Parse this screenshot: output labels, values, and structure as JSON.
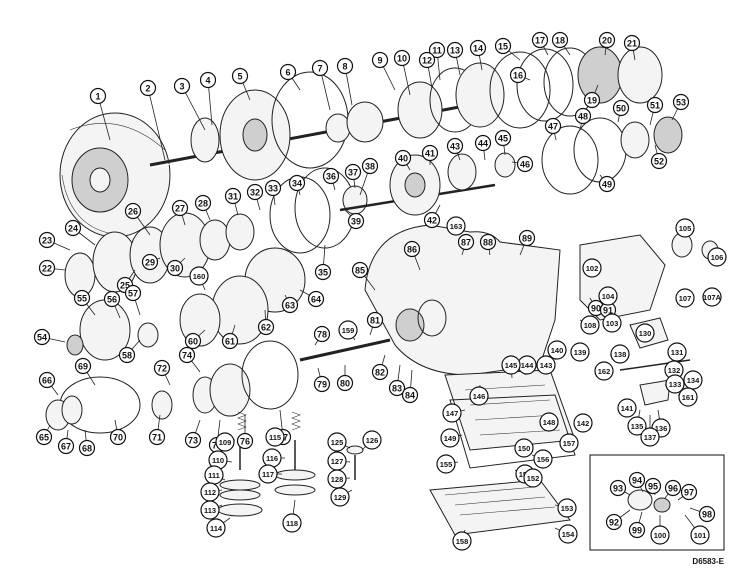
{
  "drawing_code": "D6583-E",
  "callouts": [
    "1",
    "2",
    "3",
    "4",
    "5",
    "6",
    "7",
    "8",
    "9",
    "10",
    "11",
    "12",
    "13",
    "14",
    "15",
    "16",
    "17",
    "18",
    "19",
    "20",
    "21",
    "22",
    "23",
    "24",
    "25",
    "26",
    "27",
    "28",
    "29",
    "30",
    "31",
    "32",
    "33",
    "34",
    "35",
    "36",
    "37",
    "38",
    "39",
    "40",
    "41",
    "42",
    "43",
    "44",
    "45",
    "46",
    "47",
    "48",
    "49",
    "50",
    "51",
    "52",
    "53",
    "54",
    "55",
    "56",
    "57",
    "58",
    "60",
    "61",
    "62",
    "63",
    "64",
    "65",
    "66",
    "67",
    "68",
    "69",
    "70",
    "71",
    "72",
    "73",
    "74",
    "75",
    "76",
    "77",
    "78",
    "79",
    "80",
    "81",
    "82",
    "83",
    "84",
    "85",
    "86",
    "87",
    "88",
    "89",
    "90",
    "91",
    "92",
    "93",
    "94",
    "95",
    "96",
    "97",
    "98",
    "99",
    "100",
    "101",
    "102",
    "103",
    "104",
    "105",
    "106",
    "107",
    "107A",
    "108",
    "109",
    "110",
    "111",
    "112",
    "113",
    "114",
    "115",
    "116",
    "117",
    "118",
    "125",
    "126",
    "127",
    "128",
    "129",
    "130",
    "131",
    "132",
    "133",
    "134",
    "135",
    "136",
    "137",
    "138",
    "139",
    "140",
    "141",
    "142",
    "143",
    "144",
    "145",
    "146",
    "147",
    "148",
    "149",
    "150",
    "151",
    "152",
    "153",
    "154",
    "155",
    "156",
    "157",
    "158",
    "159",
    "160",
    "161",
    "162",
    "163"
  ]
}
